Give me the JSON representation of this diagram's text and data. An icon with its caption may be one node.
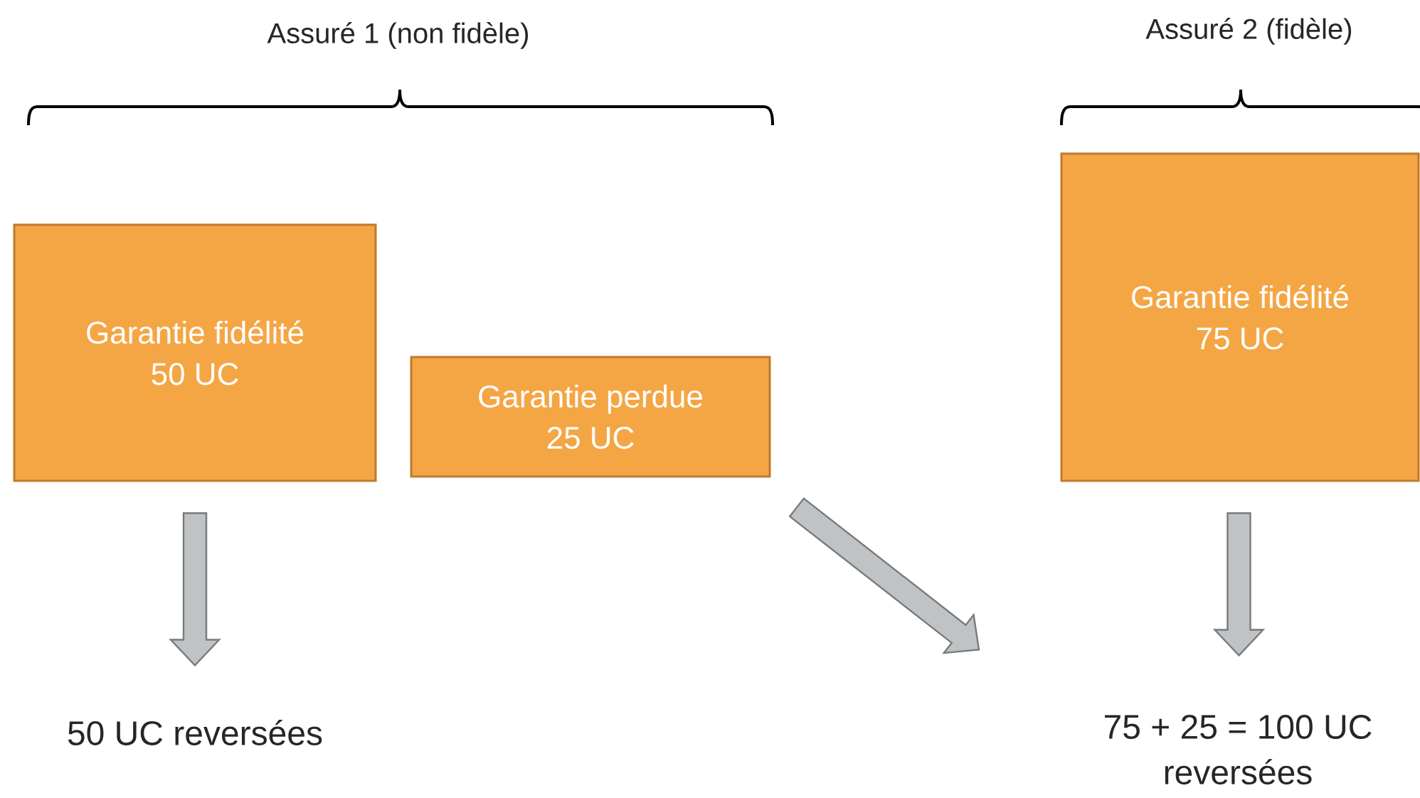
{
  "diagram": {
    "nodes": [
      {
        "text": [
          "Garantie fidélité 50 UC"
        ]
      },
      {
        "text": [
          "Garantie perdue 25 UC"
        ]
      },
      {
        "text": [
          "Garantie fidélité 75 UC"
        ]
      },
      {
        "text": [
          "50 UC reversées"
        ]
      },
      {
        "text": [
          "75 + 25 = 100 UC reversées"
        ]
      }
    ],
    "edges": [
      {
        "from": 0,
        "to": 3,
        "arrow": "to"
      },
      {
        "from": 1,
        "to": null,
        "arrow": "to"
      },
      {
        "from": 2,
        "to": 4,
        "arrow": "to"
      }
    ],
    "labels": [
      "Assuré 1 (non fidèle)",
      "Assuré 2 (fidèle)"
    ]
  }
}
